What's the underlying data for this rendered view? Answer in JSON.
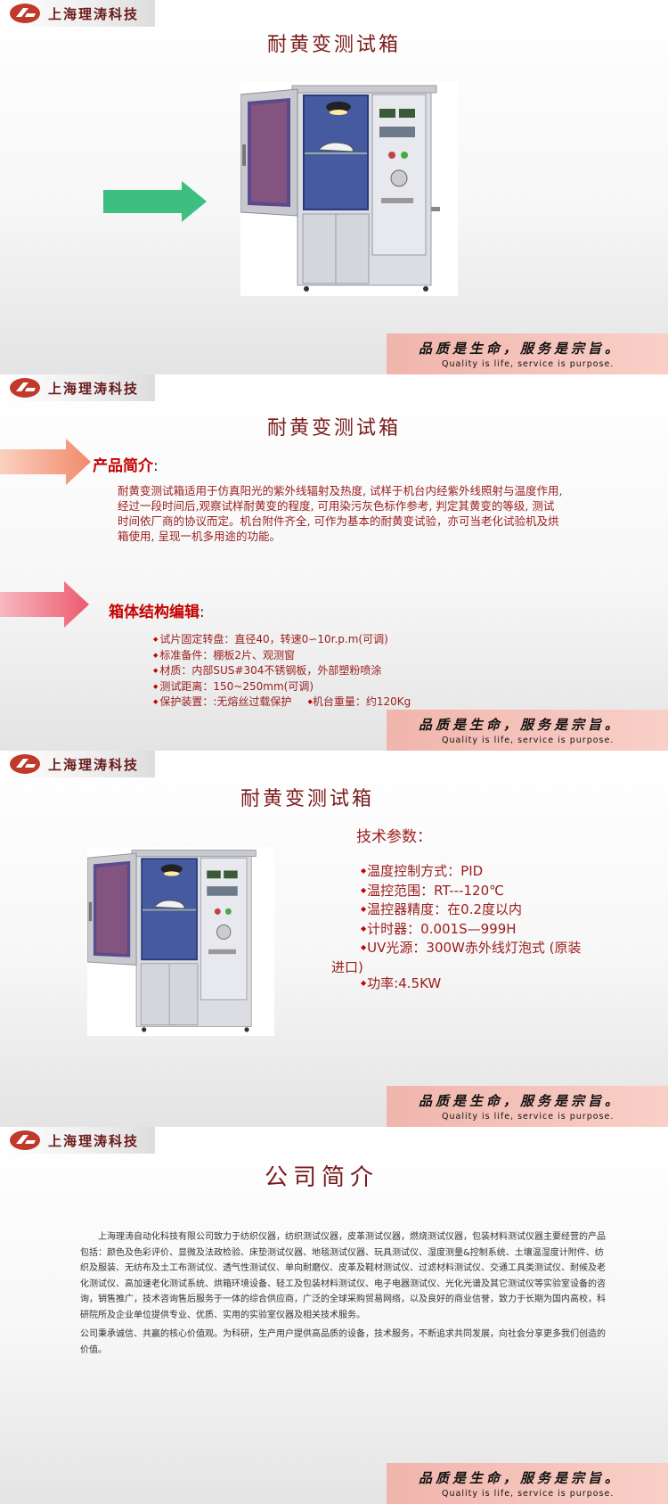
{
  "brand": {
    "logo_text": "上海理涛科技",
    "logo_mark_color": "#c0392b"
  },
  "footer": {
    "slogan_cn": "品质是生命，服务是宗旨。",
    "slogan_en": "Quality is life, service is purpose."
  },
  "slide1": {
    "title": "耐黄变测试箱",
    "arrow_color": "#3cbf80"
  },
  "slide2": {
    "title": "耐黄变测试箱",
    "intro_label": "产品简介",
    "intro_colon": ":",
    "intro_text": "耐黄变测试箱适用于仿真阳光的紫外线辐射及热度, 试样于机台内经紫外线照射与温度作用, 经过一段时间后,观察试样耐黄变的程度, 可用染污灰色标作参考, 判定其黄变的等级, 测试时间依厂商的协议而定。机台附件齐全, 可作为基本的耐黄变试验，亦可当老化试验机及烘箱使用, 呈现一机多用途的功能。",
    "structure_label": "箱体结构编辑",
    "structure_colon": ":",
    "specs": [
      "试片固定转盘：直径40，转速0∽10r.p.m(可调)",
      "标准备件：棚板2片、观测窗",
      "材质：内部SUS#304不锈钢板，外部塑粉喷涂",
      "测试距离：150~250mm(可调)",
      "保护装置：:无熔丝过载保护"
    ],
    "spec_extra": "机台重量：约120Kg",
    "arrow1_color": "#f28a6a",
    "arrow2_color": "#ec5a6e"
  },
  "slide3": {
    "title": "耐黄变测试箱",
    "tech_title": "技术参数：",
    "params": [
      "温度控制方式：PID",
      "温控范围：RT---120℃",
      "温控器精度：在0.2度以内",
      "计时器：0.001S—999H",
      "UV光源：300W赤外线灯泡式 (原装"
    ],
    "param_continuation": "进口)",
    "param_last": "功率:4.5KW"
  },
  "slide4": {
    "title": "公司简介",
    "para1": "上海理涛自动化科技有限公司致力于纺织仪器，纺织测试仪器，皮革测试仪器，燃烧测试仪器，包装材料测试仪器主要经营的产品包括：颜色及色彩评价、显微及法政检验、床垫测试仪器、地毯测试仪器、玩具测试仪、湿度测量&控制系统、土壤温湿度计附件、纺织及服装、无纺布及土工布测试仪、透气性测试仪、单向耐磨仪、皮革及鞋材测试仪、过滤材料测试仪、交通工具类测试仪、耐候及老化测试仪、高加速老化测试系统、烘箱环境设备、轻工及包装材料测试仪、电子电器测试仪、光化光谱及其它测试仪等实验室设备的咨询，销售推广，技术咨询售后服务于一体的综合供应商，广泛的全球采购贸易网络，以及良好的商业信誉，致力于长期为国内高校，科研院所及企业单位提供专业、优质、实用的实验室仪器及相关技术服务。",
    "para2": "公司秉承诚信、共赢的核心价值观。为科研，生产用户提供高品质的设备，技术服务，不断追求共同发展，向社会分享更多我们创造的价值。"
  }
}
